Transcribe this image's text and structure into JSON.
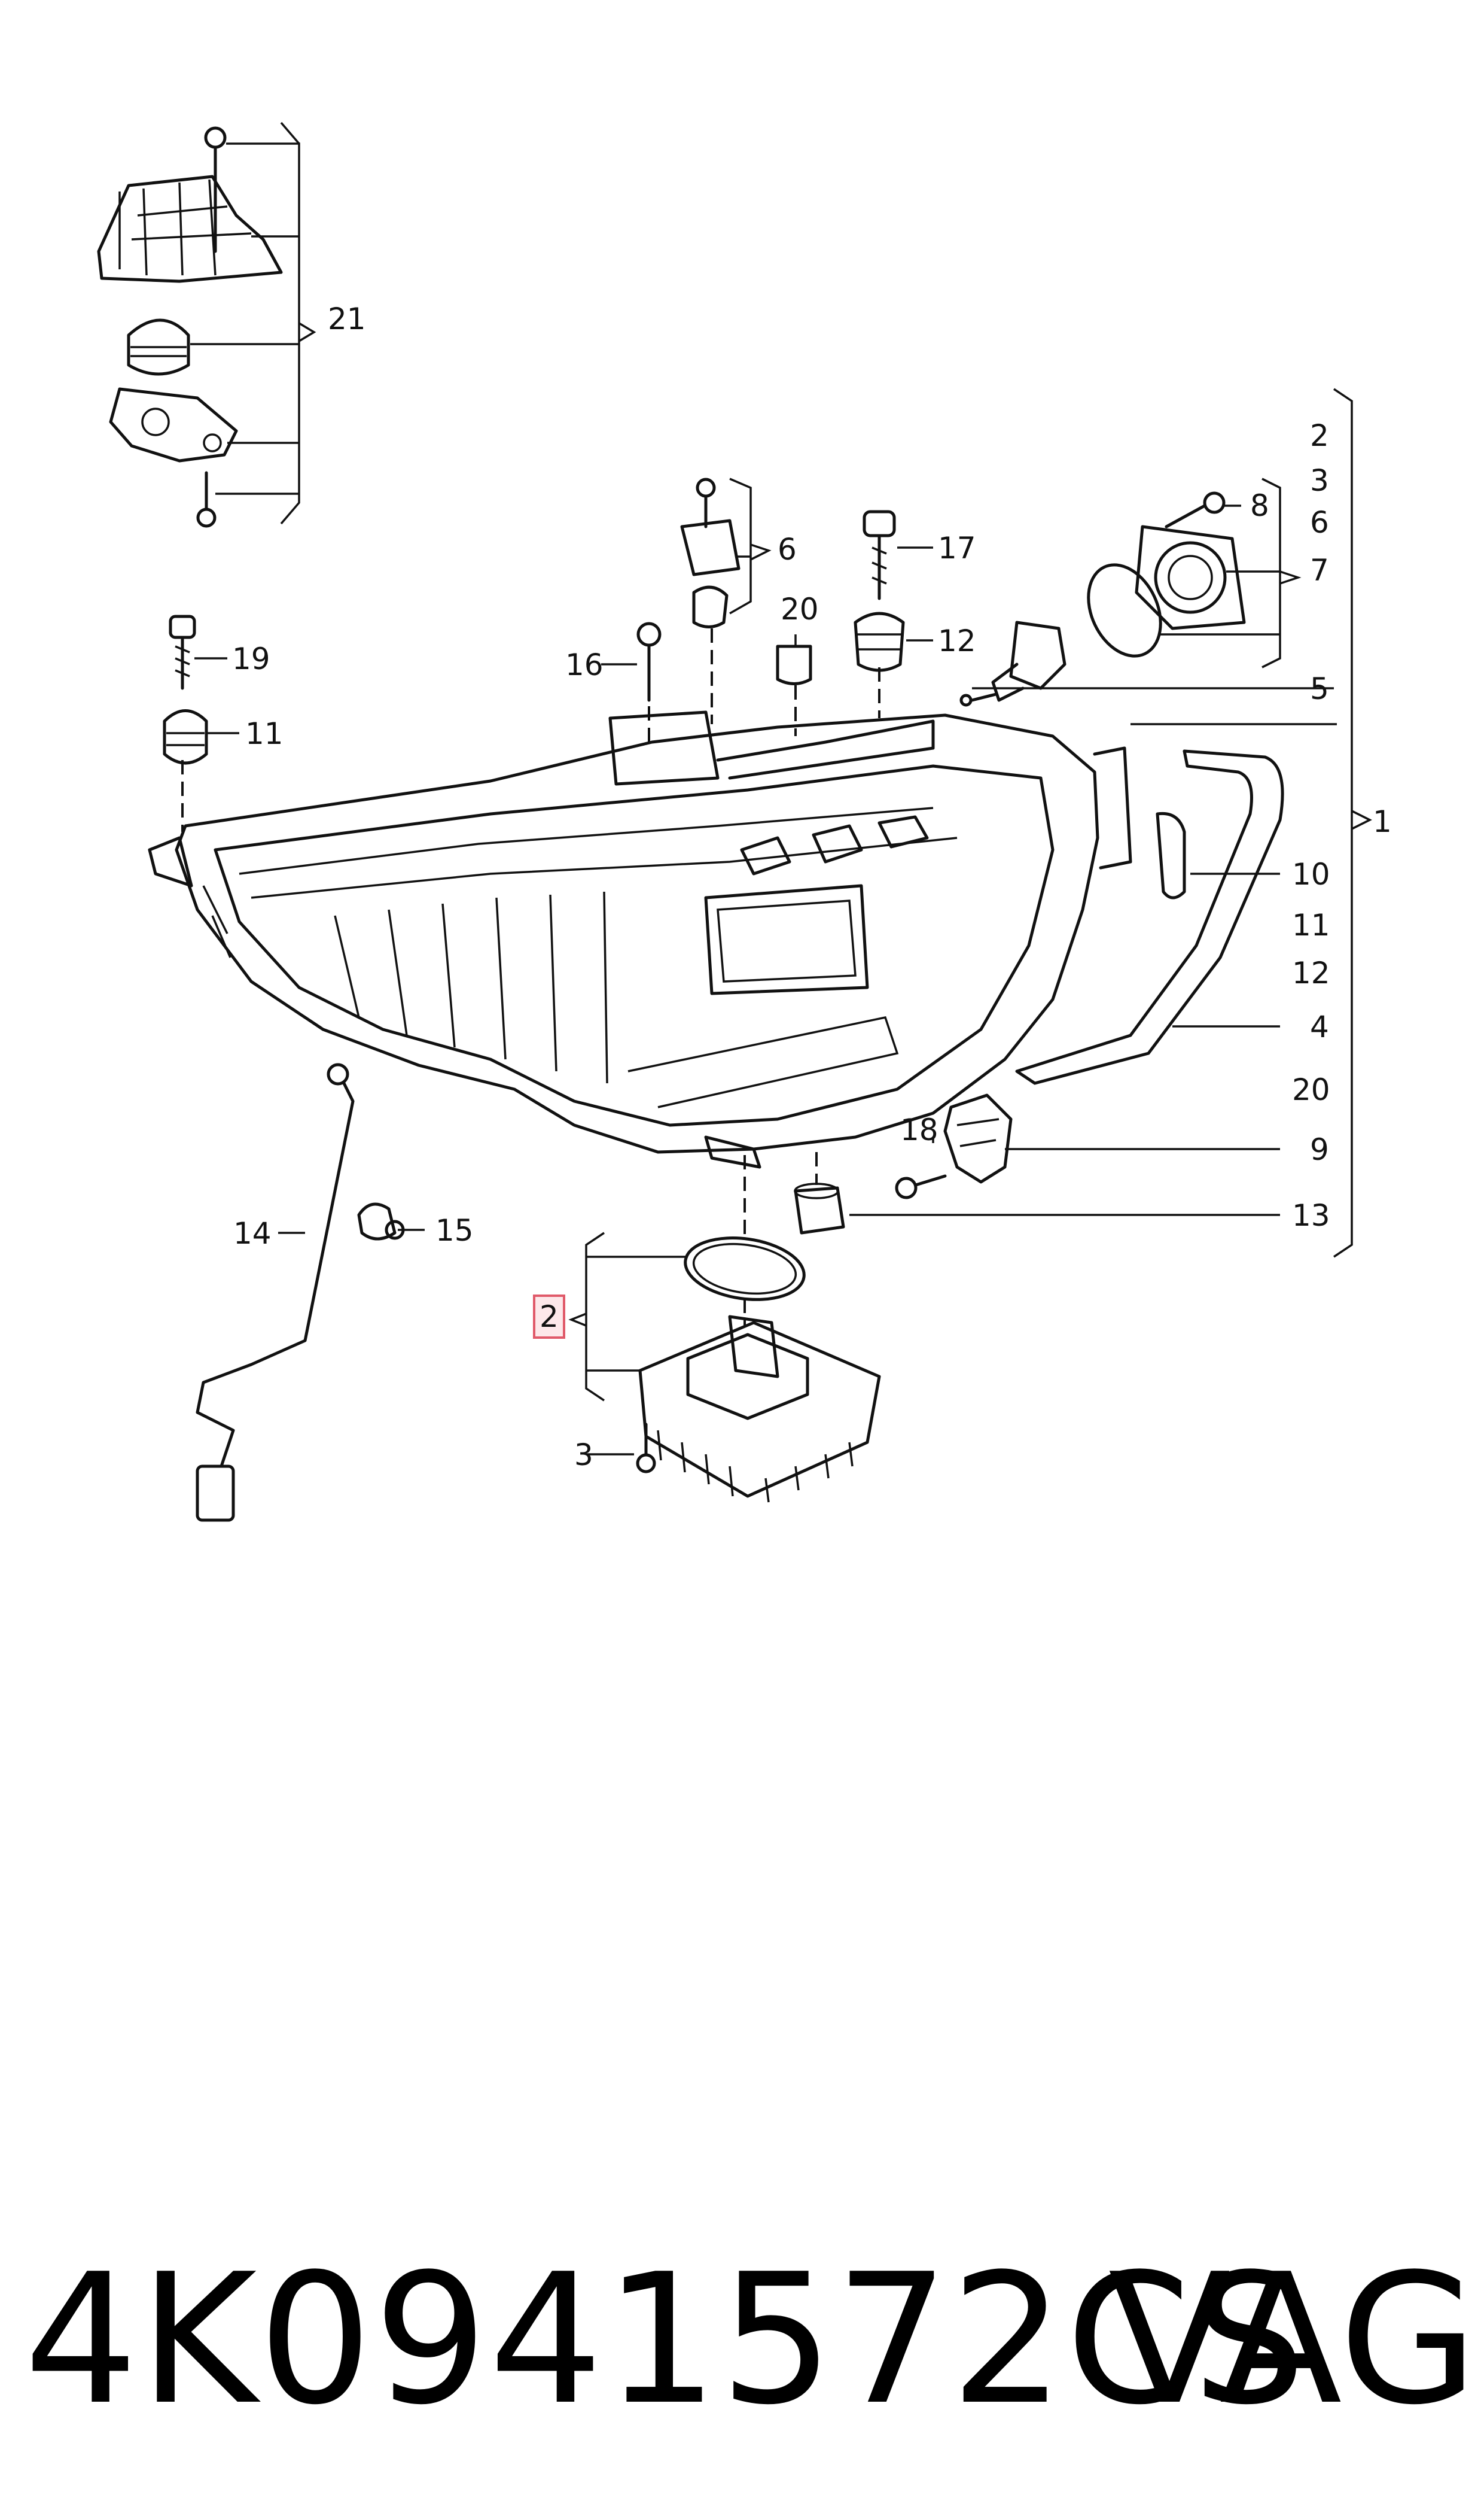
{
  "callouts": {
    "c1": "1",
    "c2": "2",
    "c2_box": "2",
    "c3": "3",
    "c3_right": "3",
    "c4": "4",
    "c5": "5",
    "c6": "6",
    "c6_right": "6",
    "c7": "7",
    "c8": "8",
    "c9": "9",
    "c10": "10",
    "c11": "11",
    "c11_right": "11",
    "c12": "12",
    "c12_right": "12",
    "c13": "13",
    "c14": "14",
    "c15": "15",
    "c16": "16",
    "c17": "17",
    "c18": "18",
    "c19": "19",
    "c20": "20",
    "c20_right": "20",
    "c21": "21"
  },
  "footer": {
    "part_number": "4K0941572CS",
    "brand": "VAG"
  },
  "colors": {
    "highlight_box": "#e05a6a",
    "line": "#111111"
  }
}
